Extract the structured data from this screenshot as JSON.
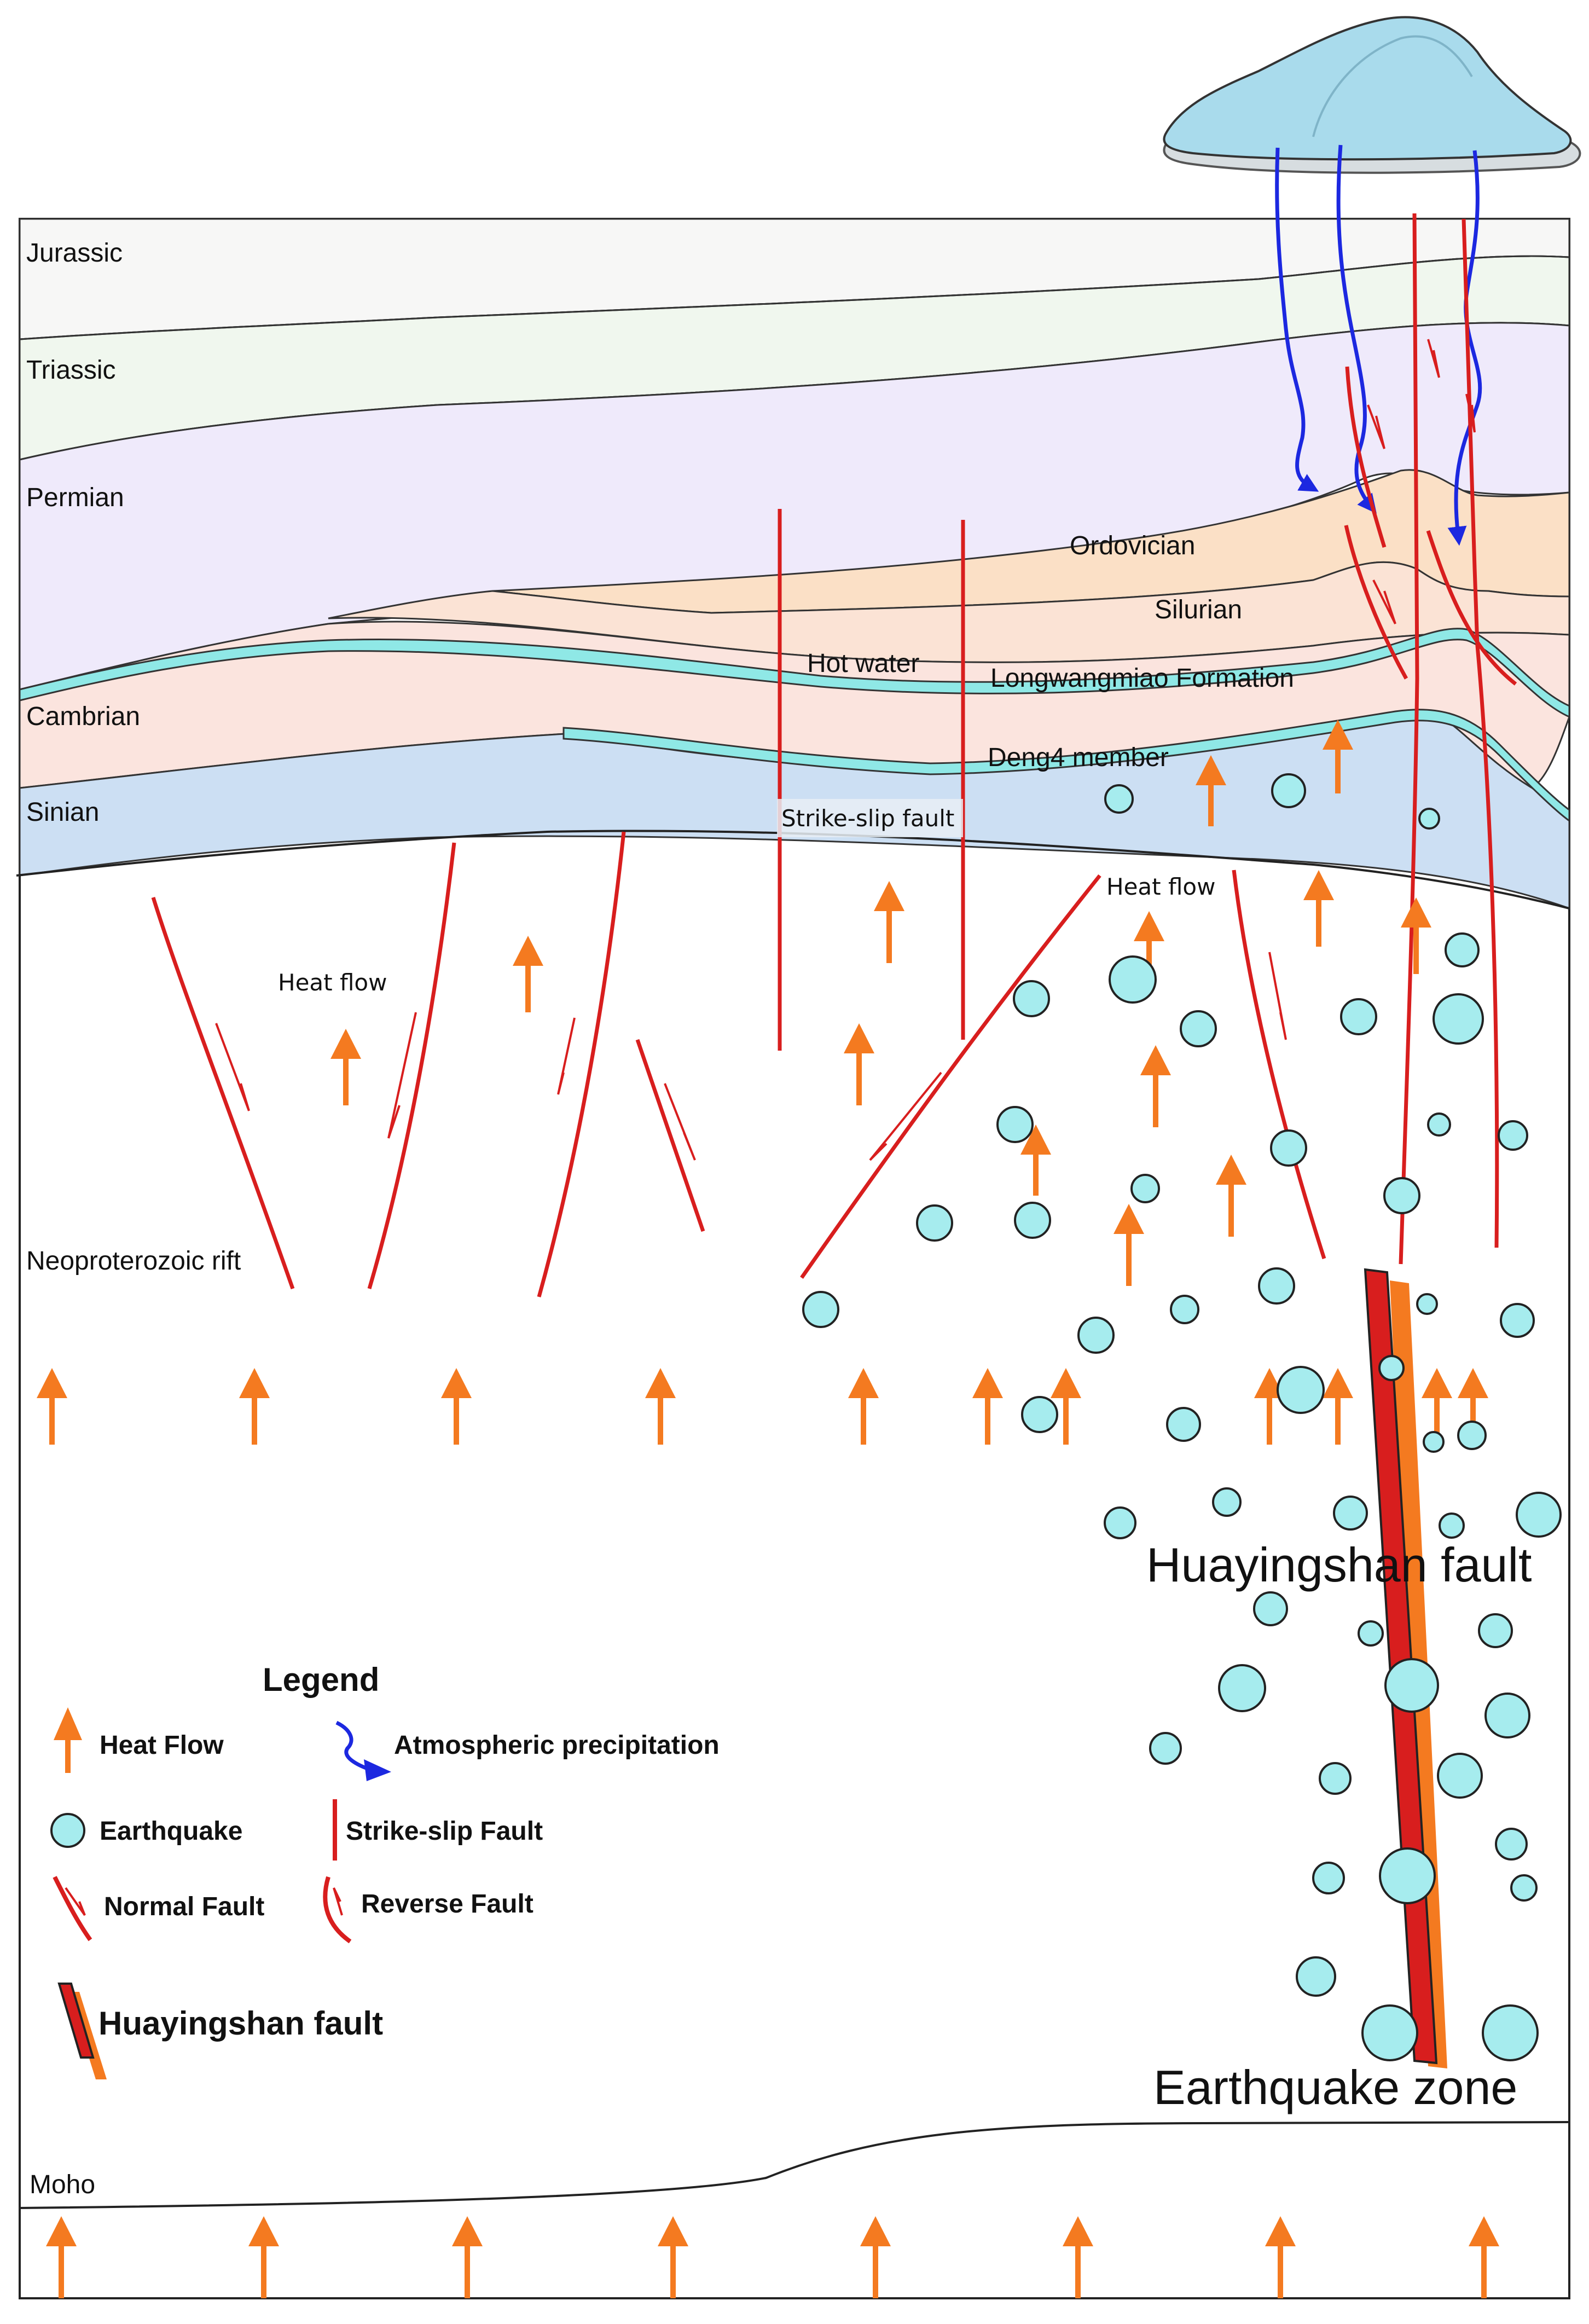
{
  "strata": {
    "jurassic": "Jurassic",
    "triassic": "Triassic",
    "permian": "Permian",
    "cambrian": "Cambrian",
    "sinian": "Sinian",
    "ordovician": "Ordovician",
    "silurian": "Silurian",
    "longwangmiao": "Longwangmiao Formation",
    "deng4": "Deng4 member",
    "neoproterozoic_rift": "Neoproterozoic rift",
    "moho": "Moho"
  },
  "annotations": {
    "hot_water": "Hot water",
    "strike_slip_fault": "Strike-slip fault",
    "heat_flow_left": "Heat flow",
    "heat_flow_right": "Heat flow",
    "huayingshan_fault": "Huayingshan fault",
    "earthquake_zone": "Earthquake zone"
  },
  "legend": {
    "title": "Legend",
    "heat_flow": "Heat Flow",
    "atmospheric_precipitation": "Atmospheric precipitation",
    "earthquake": "Earthquake",
    "strike_slip_fault": "Strike-slip Fault",
    "normal_fault": "Normal Fault",
    "reverse_fault": "Reverse Fault",
    "huayingshan_fault": "Huayingshan fault"
  },
  "colors": {
    "heat_arrow": "#f47a20",
    "earthquake_fill": "#a6ecee",
    "fault_red": "#d81e1e",
    "precip_blue": "#1c28e0",
    "hot_water_cyan": "#8fe8e6"
  }
}
